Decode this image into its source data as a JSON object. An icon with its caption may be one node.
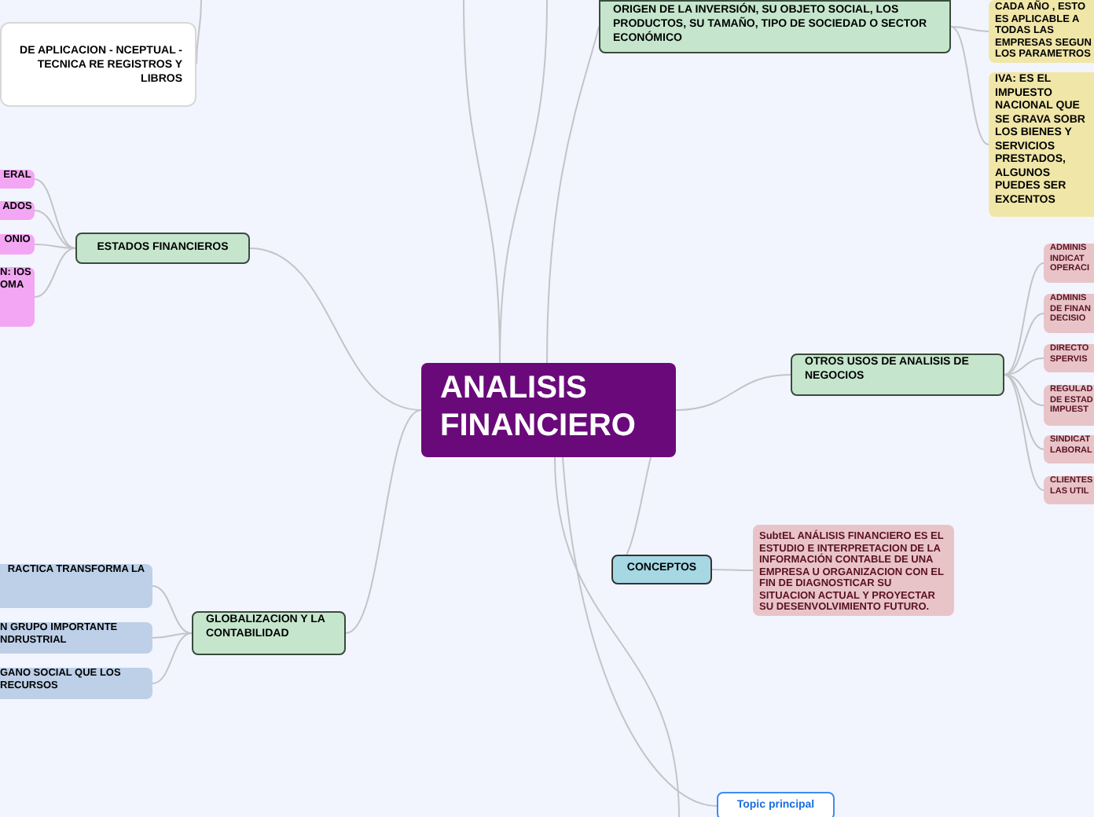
{
  "diagram": {
    "nodes": [
      {
        "text": [
          "ANALISIS FINANCIERO"
        ]
      },
      {
        "text": [
          "DE APLICACION - NCEPTUAL - TECNICA RE REGISTROS Y LIBROS"
        ]
      },
      {
        "text": [
          "ESTADOS FINANCIEROS"
        ]
      },
      {
        "text": [
          "ERAL"
        ]
      },
      {
        "text": [
          "ADOS"
        ]
      },
      {
        "text": [
          "ONIO"
        ]
      },
      {
        "text": [
          "N: IOS OMA"
        ]
      },
      {
        "text": [
          "GLOBALIZACION Y LA CONTABILIDAD"
        ]
      },
      {
        "text": [
          "RACTICA TRANSFORMA LA"
        ]
      },
      {
        "text": [
          "N GRUPO IMPORTANTE NDRUSTRIAL"
        ]
      },
      {
        "text": [
          "GANO SOCIAL QUE LOS RECURSOS"
        ]
      },
      {
        "text": [
          "ORIGEN DE LA INVERSIÓN, SU OBJETO SOCIAL, LOS PRODUCTOS, SU TAMAÑO, TIPO DE SOCIEDAD O SECTOR ECONÓMICO"
        ]
      },
      {
        "text": [
          "CADA AÑO , ESTO ES APLICABLE A TODAS LAS EMPRESAS SEGUN LOS PARAMETROS"
        ]
      },
      {
        "text": [
          "IVA: ES EL IMPUESTO NACIONAL QUE SE GRAVA SOBR LOS BIENES Y SERVICIOS PRESTADOS, ALGUNOS PUEDES SER EXCENTOS"
        ]
      },
      {
        "text": [
          "OTROS USOS DE ANALISIS DE NEGOCIOS"
        ]
      },
      {
        "text": [
          "ADMINIS INDICAT OPERACI"
        ]
      },
      {
        "text": [
          "ADMINIS DE FINAN DECISIO"
        ]
      },
      {
        "text": [
          "DIRECTO SPERVIS"
        ]
      },
      {
        "text": [
          "REGULAD DE ESTAD IMPUEST"
        ]
      },
      {
        "text": [
          "SINDICAT LABORAL"
        ]
      },
      {
        "text": [
          "CLIENTES LAS UTIL"
        ]
      },
      {
        "text": [
          "CONCEPTOS"
        ]
      },
      {
        "text": [
          "SubtEL ANÁLISIS FINANCIERO ES EL ESTUDIO E INTERPRETACION DE LA INFORMACIÓN CONTABLE DE UNA EMPRESA U ORGANIZACION CON EL FIN DE DIAGNOSTICAR SU SITUACION ACTUAL Y PROYECTAR SU DESENVOLVIMIENTO FUTURO."
        ]
      },
      {
        "text": [
          "Topic principal"
        ]
      }
    ],
    "edges": [
      {
        "from": 0,
        "to": null,
        "arrow": "none"
      },
      {
        "from": 0,
        "to": null,
        "arrow": "none"
      },
      {
        "from": null,
        "to": 1,
        "arrow": "none"
      },
      {
        "from": 0,
        "to": 11,
        "arrow": "none"
      },
      {
        "from": 0,
        "to": 2,
        "arrow": "none"
      },
      {
        "from": 2,
        "to": 3,
        "arrow": "none"
      },
      {
        "from": 2,
        "to": 4,
        "arrow": "none"
      },
      {
        "from": 2,
        "to": 5,
        "arrow": "none"
      },
      {
        "from": 2,
        "to": 6,
        "arrow": "none"
      },
      {
        "from": 0,
        "to": 7,
        "arrow": "none"
      },
      {
        "from": 7,
        "to": 8,
        "arrow": "none"
      },
      {
        "from": 7,
        "to": 9,
        "arrow": "none"
      },
      {
        "from": 7,
        "to": 10,
        "arrow": "none"
      },
      {
        "from": 11,
        "to": 12,
        "arrow": "none"
      },
      {
        "from": 11,
        "to": 13,
        "arrow": "none"
      },
      {
        "from": 0,
        "to": 14,
        "arrow": "none"
      },
      {
        "from": 14,
        "to": 15,
        "arrow": "none"
      },
      {
        "from": 14,
        "to": 16,
        "arrow": "none"
      },
      {
        "from": 14,
        "to": 17,
        "arrow": "none"
      },
      {
        "from": 14,
        "to": 18,
        "arrow": "none"
      },
      {
        "from": 14,
        "to": 19,
        "arrow": "none"
      },
      {
        "from": 14,
        "to": 20,
        "arrow": "none"
      },
      {
        "from": 0,
        "to": 21,
        "arrow": "none"
      },
      {
        "from": 21,
        "to": 22,
        "arrow": "none"
      },
      {
        "from": 0,
        "to": 23,
        "arrow": "none"
      },
      {
        "from": 0,
        "to": null,
        "arrow": "none"
      }
    ]
  }
}
